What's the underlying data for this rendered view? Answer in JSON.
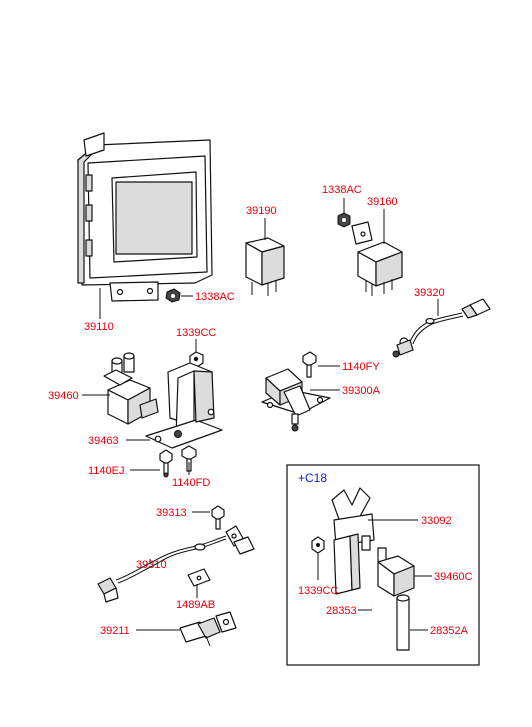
{
  "callouts": {
    "ecu": "39110",
    "ecu_nut": "1338AC",
    "relay_small": "39190",
    "relay_nut": "1338AC",
    "relay_large": "39160",
    "sensor_harness": "39320",
    "clip_nut": "1339CC",
    "bolt_fy": "1140FY",
    "sensor_bracket": "39300A",
    "solenoid": "39460",
    "bracket": "39463",
    "bolt_ej": "1140EJ",
    "bolt_fd": "1140FD",
    "bolt_crank": "39313",
    "crank_sensor": "39310",
    "clamp": "1489AB",
    "cam_sensor": "39211",
    "inset_clip": "33092",
    "inset_nut": "1339CC",
    "inset_solenoid": "39460C",
    "hose_small": "28353",
    "hose_large": "28352A"
  },
  "inset": {
    "title": "+C18"
  },
  "colors": {
    "callout": "#e8000a",
    "variant": "#1020c8",
    "line": "#111111"
  }
}
